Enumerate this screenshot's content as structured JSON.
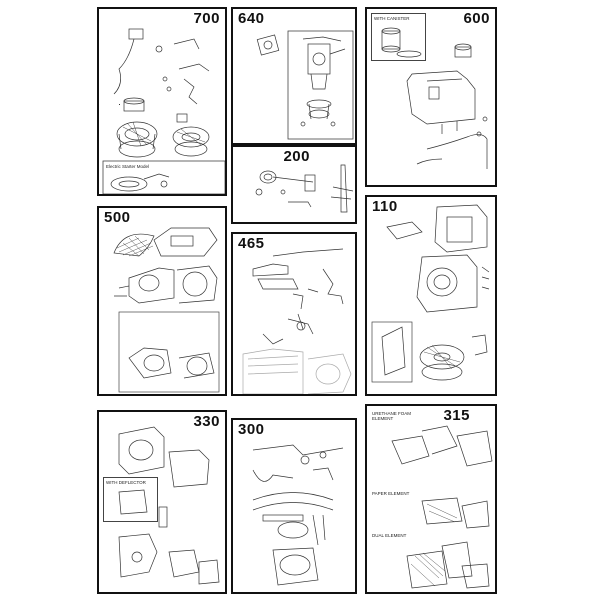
{
  "panels": {
    "p700": {
      "title": "700",
      "sublabel": "Electric Starter Model"
    },
    "p640": {
      "title": "640"
    },
    "p600": {
      "title": "600",
      "sublabel": "WITH CANISTER"
    },
    "p200": {
      "title": "200"
    },
    "p500": {
      "title": "500"
    },
    "p465": {
      "title": "465"
    },
    "p110": {
      "title": "110"
    },
    "p330": {
      "title": "330",
      "sublabel": "WITH DEFLECTOR"
    },
    "p300": {
      "title": "300"
    },
    "p315": {
      "title": "315",
      "sublabel_urethane": "URETHANE FOAM ELEMENT",
      "sublabel_paper": "PAPER ELEMENT",
      "sublabel_dual": "DUAL ELEMENT"
    }
  }
}
